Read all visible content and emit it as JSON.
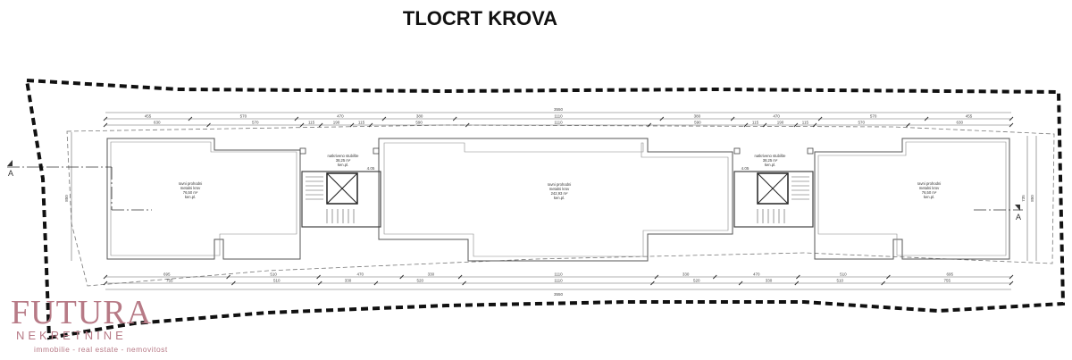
{
  "title": "TLOCRT KROVA",
  "section_marks": {
    "left": "A",
    "right": "A"
  },
  "dimensions": {
    "top_total": "3550",
    "top_row1": [
      "455",
      "570",
      "470",
      "380",
      "1110",
      "380",
      "470",
      "570",
      "455"
    ],
    "top_row2": [
      "630",
      "570",
      "115",
      "190",
      "115",
      "590",
      "1110",
      "590",
      "115",
      "190",
      "115",
      "570",
      "630"
    ],
    "bottom_row1": [
      "695",
      "510",
      "470",
      "330",
      "1110",
      "330",
      "470",
      "510",
      "695"
    ],
    "bottom_row2": [
      "755",
      "510",
      "330",
      "520",
      "1110",
      "520",
      "330",
      "510",
      "755"
    ],
    "bottom_total": "3550",
    "side_left": "850",
    "side_right": [
      "735",
      "850"
    ],
    "stair_small": "4.05"
  },
  "rooms": [
    {
      "lines": [
        "ravni prohodni",
        "metalni krov",
        "76,50 m²",
        "ken.pl."
      ]
    },
    {
      "lines": [
        "natkriveno stubište",
        "38,25 m²",
        "ken.pl."
      ]
    },
    {
      "lines": [
        "ravni prohodni",
        "metalni krov",
        "242,93 m²",
        "ken.pl."
      ]
    },
    {
      "lines": [
        "natkriveno stubište",
        "38,25 m²",
        "ken.pl."
      ]
    },
    {
      "lines": [
        "ravni prohodni",
        "metalni krov",
        "76,50 m²",
        "ken.pl."
      ]
    }
  ],
  "logo": {
    "main": "FUTURA",
    "sub": "NEKRETNINE",
    "tagline": "immobilie - real estate - nemovitost",
    "color": "#b77a86"
  },
  "colors": {
    "boundary": "#111111",
    "lines": "#555555",
    "accent": "#b77a86"
  }
}
